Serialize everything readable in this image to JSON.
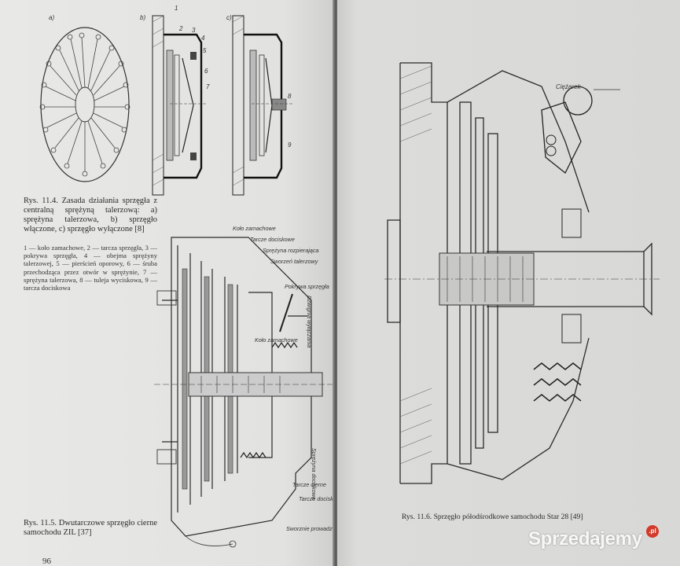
{
  "left_page": {
    "fig114": {
      "caption": "Rys. 11.4. Zasada działania sprzęgła z centralną sprężyną talerzową: a) sprężyna talerzowa, b) sprzęgło włączone, c) sprzęgło wyłączone [8]",
      "legend": "1 — koło zamachowe, 2 — tarcza sprzęgła, 3 — pokrywa sprzęgła, 4 — obejma sprężyny talerzowej, 5 — pierścień oporowy, 6 — śruba przechodząca przez otwór w sprężynie, 7 — sprężyna talerzowa, 8 — tuleja wyciskowa, 9 — tarcza dociskowa",
      "panel_labels": [
        "a)",
        "b)",
        "c)"
      ],
      "part_numbers": [
        "1",
        "2",
        "3",
        "4",
        "5",
        "6",
        "7",
        "8",
        "9"
      ]
    },
    "fig115": {
      "caption": "Rys. 11.5. Dwutarczowe sprzęgło cierne samochodu ZIL [37]",
      "labels": {
        "kolo_zamachowe": "Koło zamachowe",
        "tarcze_dociskowe_top": "Tarcze dociskowe",
        "sprezyna_rozpierajaca": "Sprężyna rozpierająca",
        "sworzen_talerzowy": "Sworzeń talerzowy",
        "pokrywa_sprzegla": "Pokrywa sprzęgła",
        "dzwignia_wylaczania": "Dźwignia wyłączania",
        "kolo_zamachowe_2": "Koło zamachowe",
        "sprezyna_docisk": "Sprężyna dociskowa",
        "tarcze_cierne": "Tarcze cierne",
        "tarcze_dociskowe_bottom": "Tarcze dociskowe",
        "sworznie_prowadzace": "Sworznie prowadzące"
      }
    },
    "page_number": "96"
  },
  "right_page": {
    "fig116": {
      "caption": "Rys. 11.6. Sprzęgło półodśrodkowe samochodu Star 28 [49]",
      "label_ciezarek": "Ciężarek"
    }
  },
  "watermark": {
    "text": "Sprzedajemy",
    "suffix": ".pl"
  }
}
